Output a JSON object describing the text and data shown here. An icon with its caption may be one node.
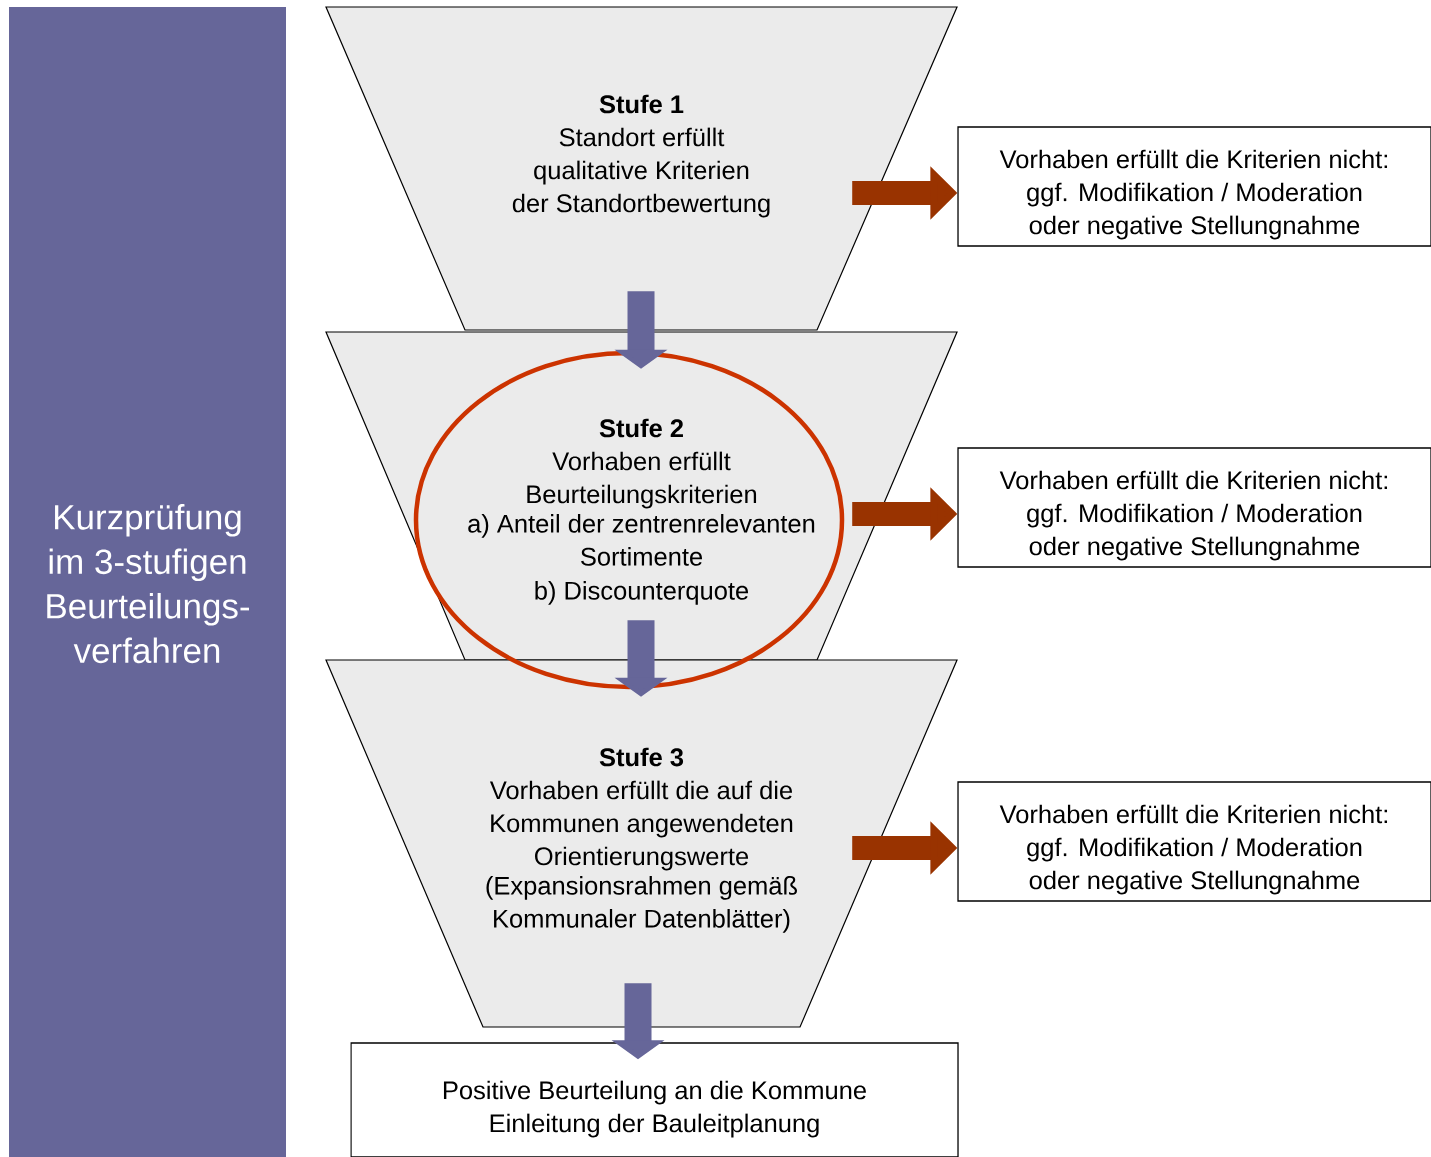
{
  "diagram": {
    "nodes": [
      {
        "text": [
          "Kurzprüfung im 3-stufigen Beurteilungs-verfahren"
        ]
      },
      {
        "text": [
          "Stufe 1",
          "Standort erfüllt qualitative Kriterien der Standortbewertung"
        ]
      },
      {
        "text": [
          "Stufe 2",
          "Vorhaben erfüllt Beurteilungskriterien",
          "a) Anteil der zentrenrelevanten Sortimente",
          "b) Discounterquote"
        ]
      },
      {
        "text": [
          "Stufe 3",
          "Vorhaben erfüllt die auf die Kommunen angewendeten Orientierungswerte",
          "(Expansionsrahmen gemäß Kommunaler Datenblätter)"
        ]
      },
      {
        "text": [
          "Positive Beurteilung an die Kommune",
          "Einleitung der Bauleitplanung"
        ]
      },
      {
        "text": [
          "Vorhaben erfüllt die Kriterien nicht:",
          "ggf. Modifikation / Moderation oder negative Stellungnahme"
        ]
      },
      {
        "text": [
          "Vorhaben erfüllt die Kriterien nicht:",
          "ggf. Modifikation / Moderation oder negative Stellungnahme"
        ]
      },
      {
        "text": [
          "Vorhaben erfüllt die Kriterien nicht:",
          "ggf. Modifikation / Moderation oder negative Stellungnahme"
        ]
      }
    ],
    "edges": [
      {
        "from": 1,
        "to": 2,
        "arrow": "to",
        "color": "#666699"
      },
      {
        "from": 2,
        "to": 3,
        "arrow": "to",
        "color": "#666699"
      },
      {
        "from": 3,
        "to": 4,
        "arrow": "to",
        "color": "#666699"
      },
      {
        "from": 1,
        "to": 5,
        "arrow": "to",
        "color": "#993300"
      },
      {
        "from": 2,
        "to": 6,
        "arrow": "to",
        "color": "#993300"
      },
      {
        "from": 3,
        "to": 7,
        "arrow": "to",
        "color": "#993300"
      }
    ]
  }
}
